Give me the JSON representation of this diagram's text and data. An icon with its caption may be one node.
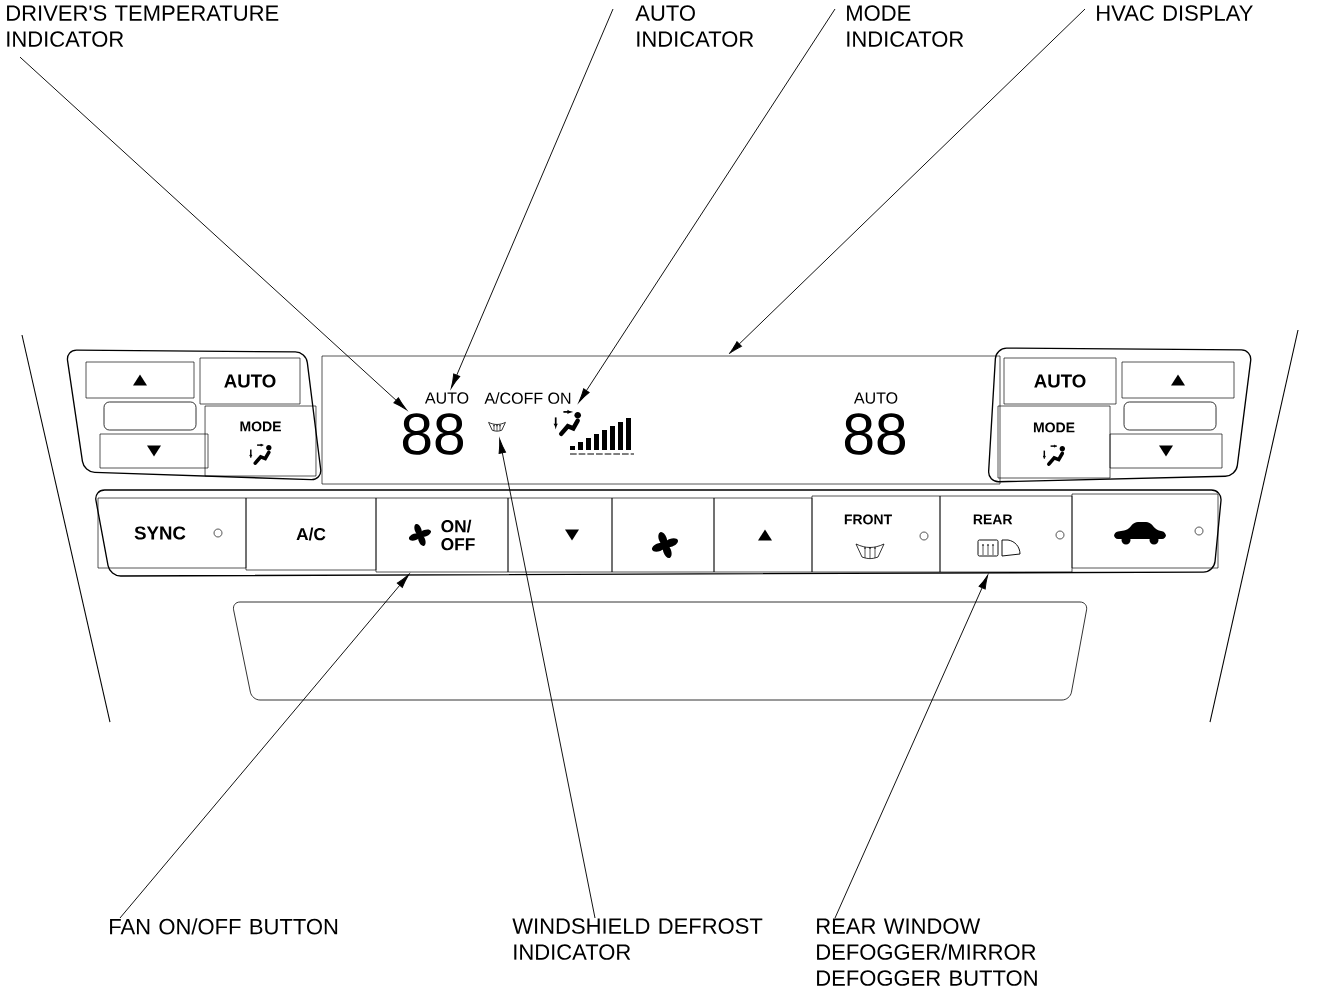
{
  "diagram": {
    "nodes": [
      {
        "text": [
          "DRIVER'S TEMPERATURE INDICATOR"
        ]
      },
      {
        "text": [
          "AUTO INDICATOR"
        ]
      },
      {
        "text": [
          "MODE INDICATOR"
        ]
      },
      {
        "text": [
          "HVAC DISPLAY"
        ]
      },
      {
        "text": [
          "FAN ON/OFF BUTTON"
        ]
      },
      {
        "text": [
          "WINDSHIELD DEFROST INDICATOR"
        ]
      },
      {
        "text": [
          "REAR WINDOW DEFOGGER/MIRROR DEFOGGER BUTTON"
        ]
      },
      {
        "text": [],
        "shape": "box"
      },
      {
        "text": [],
        "shape": "box"
      },
      {
        "text": [
          "AUTO"
        ]
      },
      {
        "text": [
          "MODE"
        ]
      },
      {
        "text": [],
        "shape": "box"
      },
      {
        "text": [
          "88"
        ],
        "in": 11
      },
      {
        "text": [
          "AUTO"
        ],
        "in": 11
      },
      {
        "text": [],
        "shape": "icon",
        "in": 11
      },
      {
        "text": [],
        "shape": "icon",
        "in": 11
      },
      {
        "text": [
          "88"
        ],
        "in": 11
      },
      {
        "text": [
          "AUTO"
        ],
        "in": 11
      },
      {
        "text": [
          "AUTO"
        ]
      },
      {
        "text": [
          "MODE"
        ]
      },
      {
        "text": [],
        "shape": "box"
      },
      {
        "text": [],
        "shape": "box"
      },
      {
        "text": [
          "SYNC"
        ]
      },
      {
        "text": [
          "A/C"
        ]
      },
      {
        "text": [
          "ON/ OFF"
        ]
      },
      {
        "text": [],
        "shape": "box"
      },
      {
        "text": [],
        "shape": "box"
      },
      {
        "text": [],
        "shape": "box"
      },
      {
        "text": [
          "FRONT"
        ]
      },
      {
        "text": [
          "REAR"
        ]
      },
      {
        "text": [],
        "shape": "box"
      }
    ],
    "edges": [
      {
        "from": 0,
        "to": 12,
        "arrow": "to"
      },
      {
        "from": 1,
        "to": 13,
        "arrow": "to"
      },
      {
        "from": 2,
        "to": 15,
        "arrow": "to"
      },
      {
        "from": 3,
        "to": 11,
        "arrow": "to"
      },
      {
        "from": 4,
        "to": 24,
        "arrow": "to"
      },
      {
        "from": 5,
        "to": 14,
        "arrow": "to"
      },
      {
        "from": 6,
        "to": 29,
        "arrow": "to"
      }
    ],
    "labels": [
      "A/COFF ON"
    ]
  }
}
